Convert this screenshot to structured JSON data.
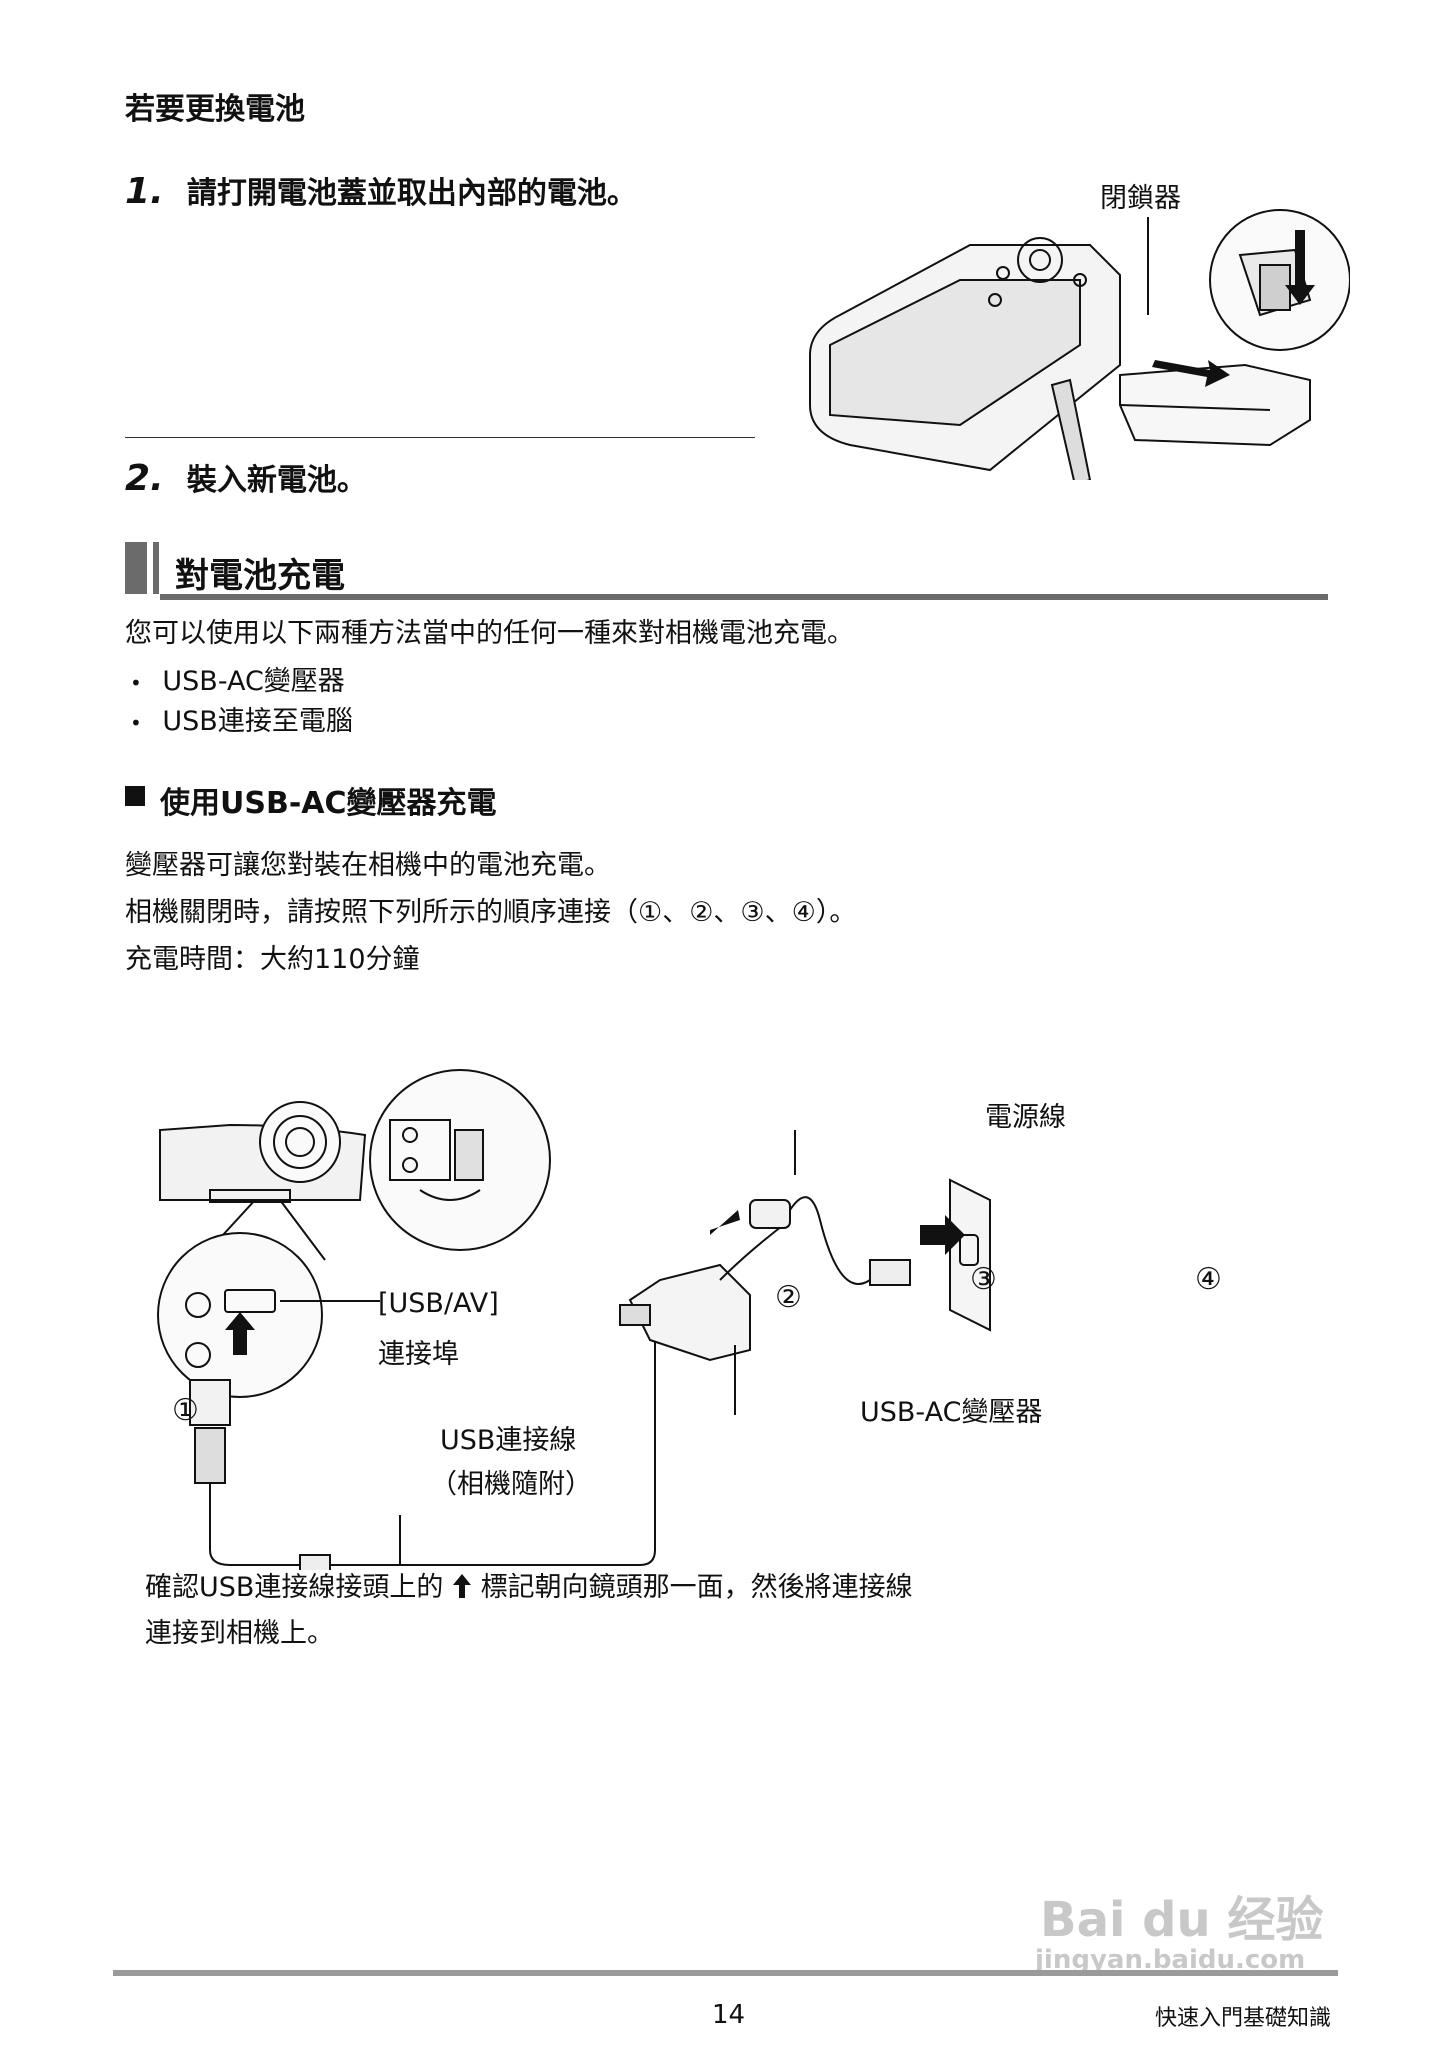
{
  "replace_heading": "若要更換電池",
  "step1": {
    "number": "1.",
    "text": "請打開電池蓋並取出內部的電池。"
  },
  "latch_label": "閉鎖器",
  "step2": {
    "number": "2.",
    "text": "裝入新電池。"
  },
  "section": {
    "title": "對電池充電",
    "intro": "您可以使用以下兩種方法當中的任何一種來對相機電池充電。",
    "bullets": [
      "USB-AC變壓器",
      "USB連接至電腦"
    ]
  },
  "subsection": {
    "title": "使用USB-AC變壓器充電",
    "lines": [
      "變壓器可讓您對裝在相機中的電池充電。",
      "相機關閉時，請按照下列所示的順序連接（①、②、③、④）。",
      "充電時間：大約110分鐘"
    ]
  },
  "diagram": {
    "power_cord": "電源線",
    "port_label_line1": "[USB/AV]",
    "port_label_line2": "連接埠",
    "adapter": "USB-AC變壓器",
    "cable_line1": "USB連接線",
    "cable_line2": "（相機隨附）",
    "num1": "①",
    "num2": "②",
    "num3": "③",
    "num4": "④"
  },
  "note": {
    "line1_a": "確認USB連接線接頭上的",
    "line1_b": "標記朝向鏡頭那一面，然後將連接線",
    "line2": "連接到相機上。"
  },
  "footer": {
    "page_number": "14",
    "section_name": "快速入門基礎知識"
  },
  "watermark": {
    "logo": "Bai du 经验",
    "url": "jingyan.baidu.com"
  }
}
